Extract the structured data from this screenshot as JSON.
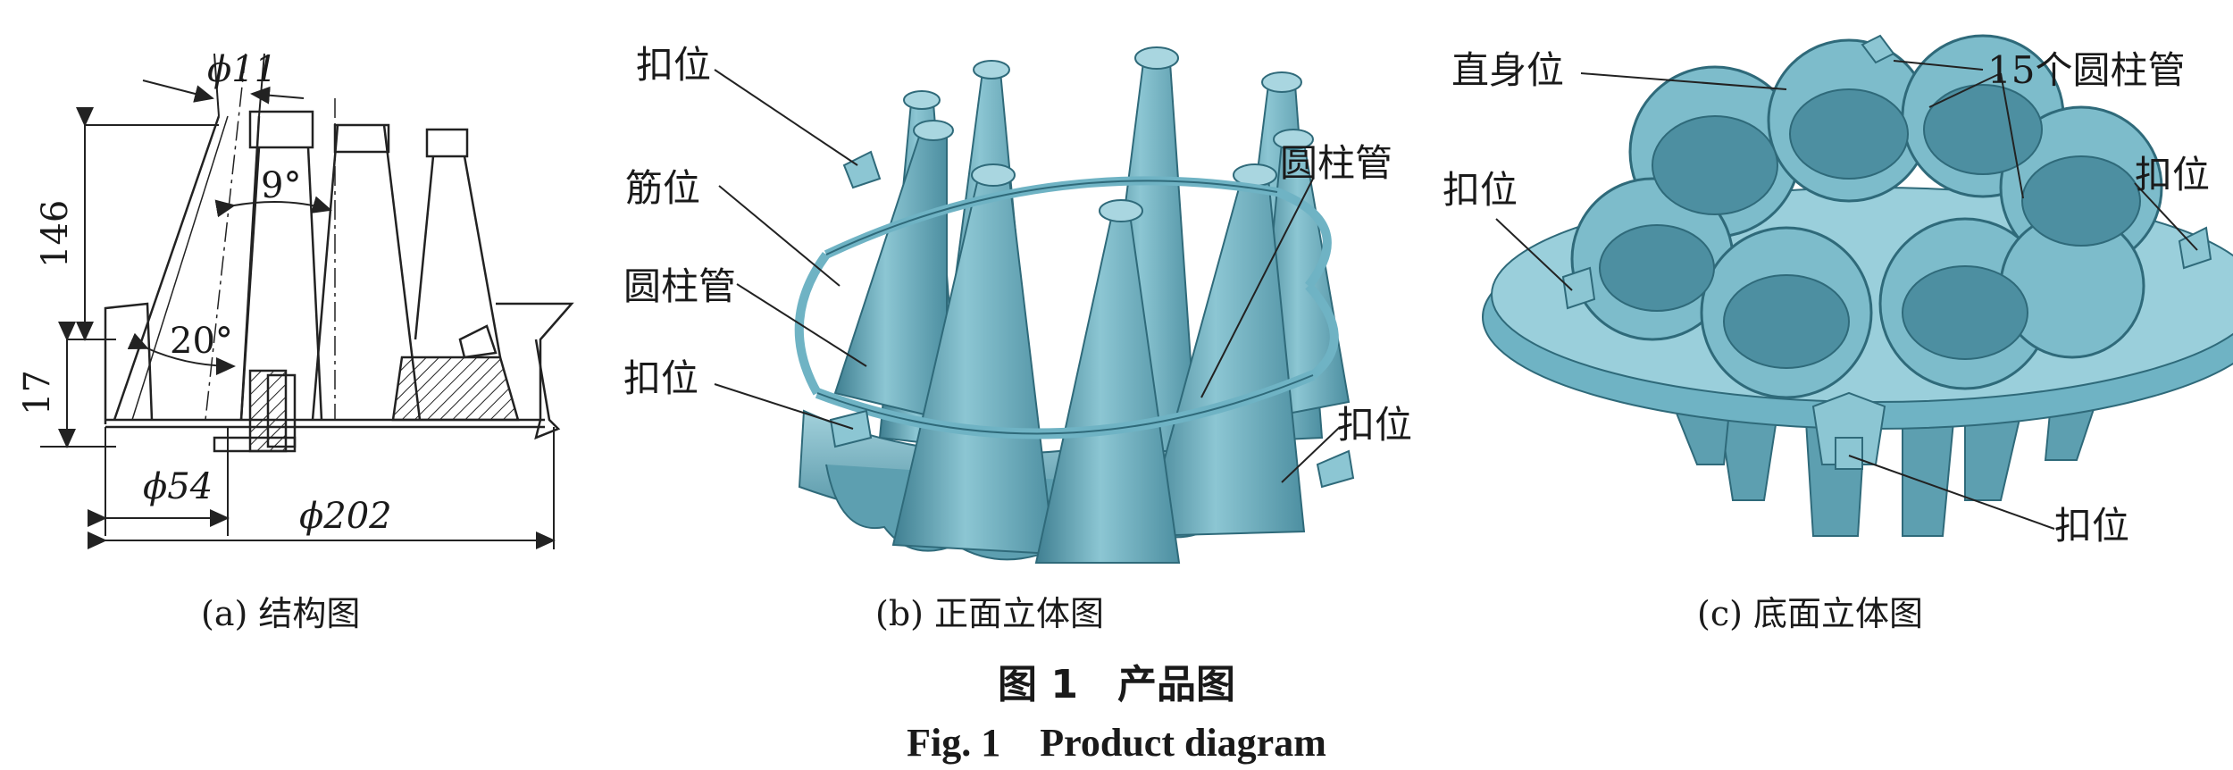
{
  "panel_a": {
    "dims": {
      "d11": "ϕ11",
      "deg9": "9°",
      "h146": "146",
      "deg20": "20°",
      "h17": "17",
      "d54": "ϕ54",
      "d202": "ϕ202"
    },
    "caption": "(a) 结构图"
  },
  "panel_b": {
    "labels": {
      "kouwei_top": "扣位",
      "jinwei": "筋位",
      "yuanzhuguan_left": "圆柱管",
      "kouwei_left": "扣位",
      "yuanzhuguan_right": "圆柱管",
      "kouwei_right": "扣位"
    },
    "caption": "(b) 正面立体图"
  },
  "panel_c": {
    "labels": {
      "zhishenwei": "直身位",
      "tubes15": "15个圆柱管",
      "kouwei_left": "扣位",
      "kouwei_right": "扣位",
      "kouwei_bottom": "扣位"
    },
    "caption": "(c) 底面立体图"
  },
  "figure": {
    "title_cn": "图 1　产品图",
    "title_en": "Fig. 1　Product diagram"
  },
  "colors": {
    "model": "#6fb3c4",
    "model_dark": "#3f7f91",
    "model_light": "#a9d6e0",
    "line": "#222222"
  }
}
